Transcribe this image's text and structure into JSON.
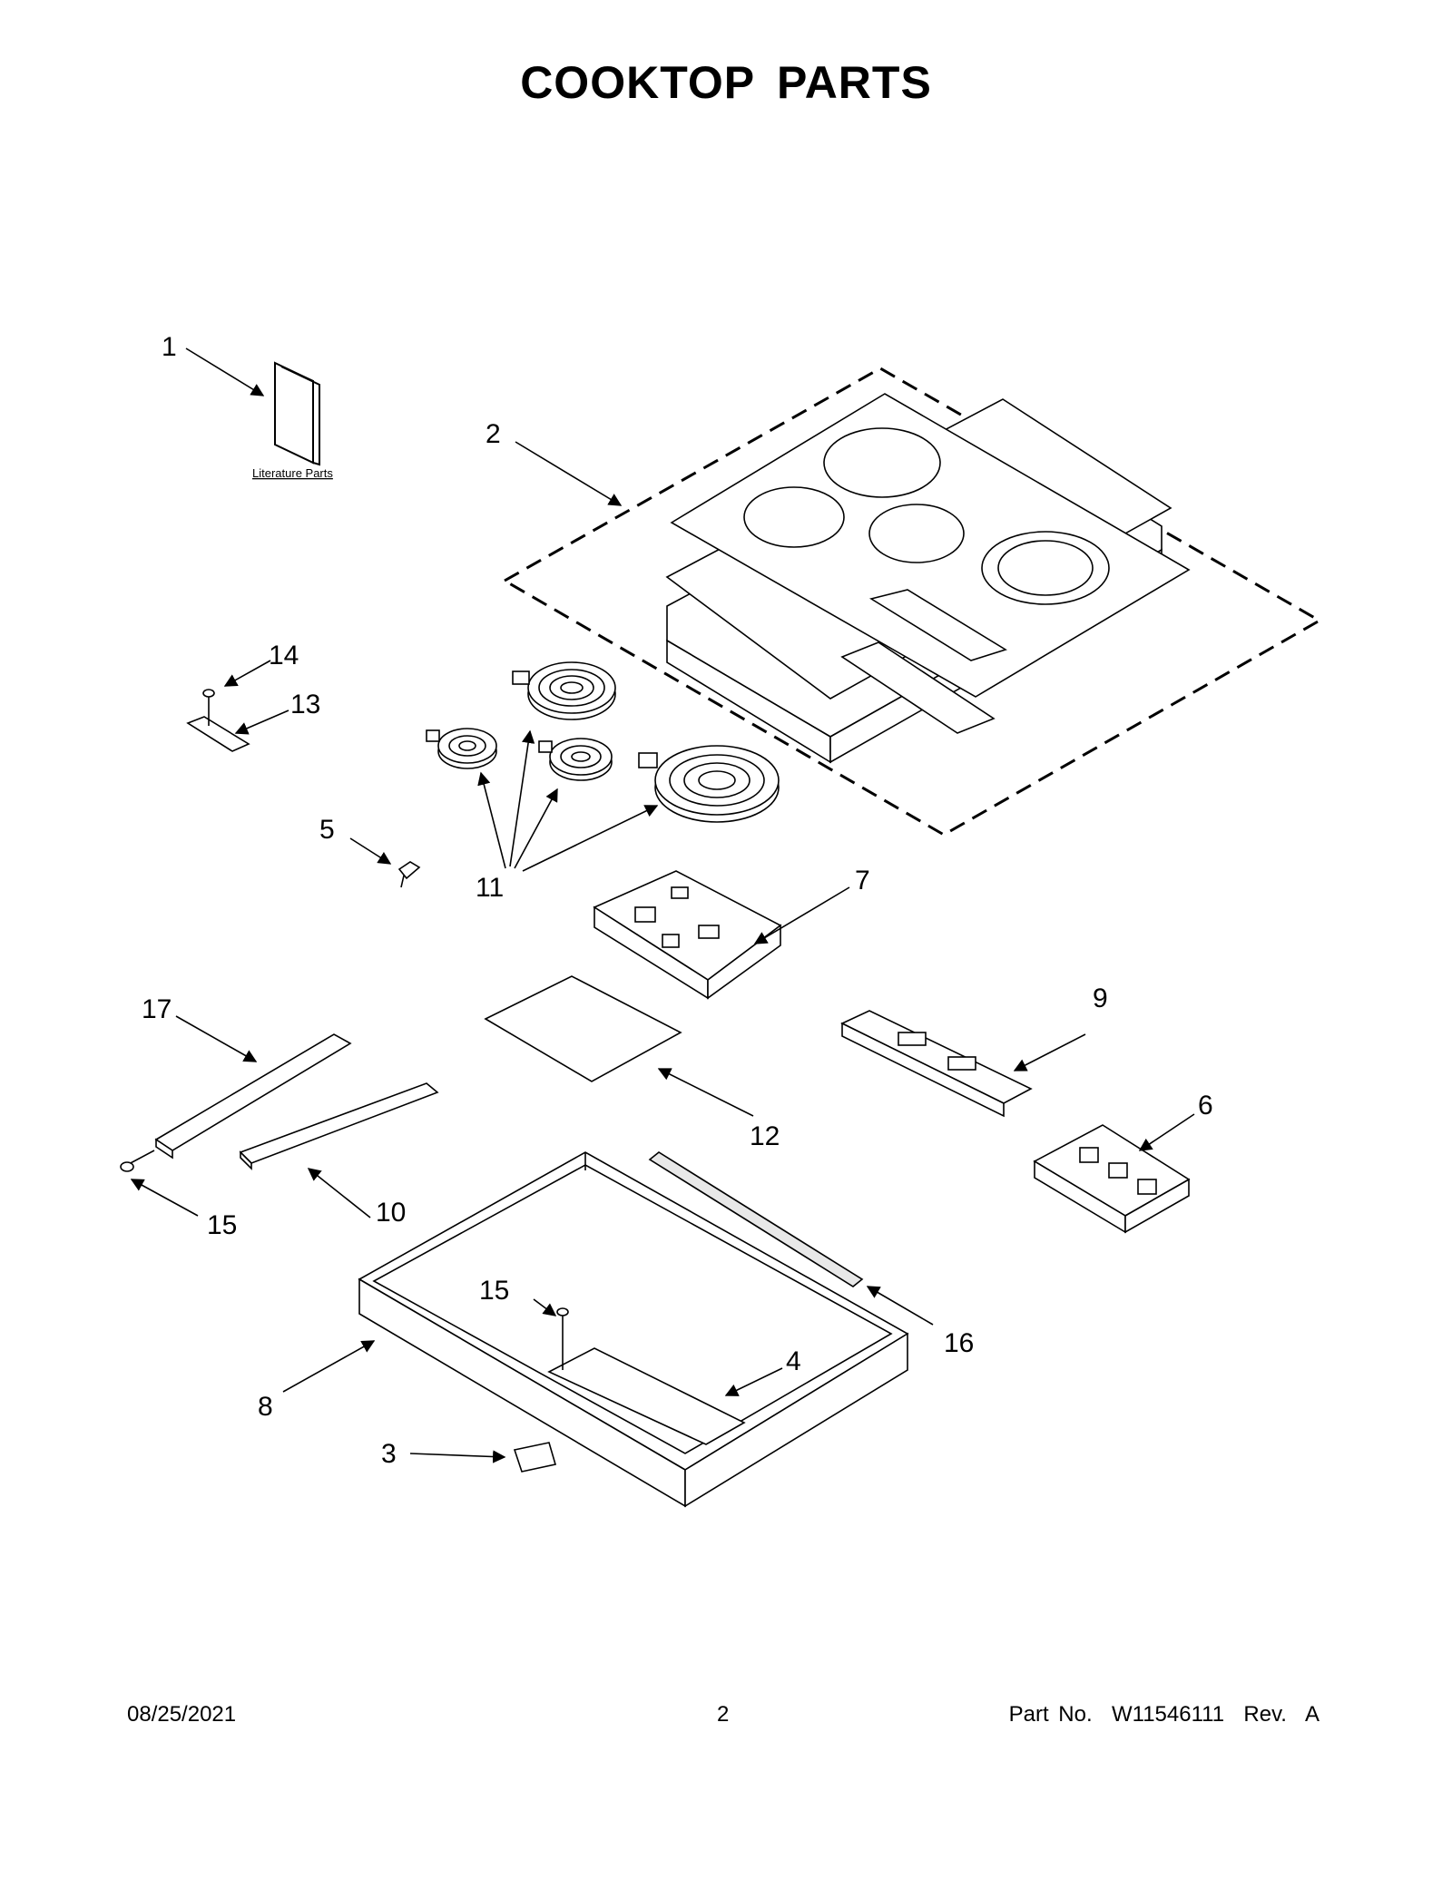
{
  "title": "COOKTOP PARTS",
  "literature_label": "Literature Parts",
  "callouts": [
    {
      "id": "c1",
      "label": "1"
    },
    {
      "id": "c2",
      "label": "2"
    },
    {
      "id": "c3",
      "label": "3"
    },
    {
      "id": "c4",
      "label": "4"
    },
    {
      "id": "c5",
      "label": "5"
    },
    {
      "id": "c6",
      "label": "6"
    },
    {
      "id": "c7",
      "label": "7"
    },
    {
      "id": "c8",
      "label": "8"
    },
    {
      "id": "c9",
      "label": "9"
    },
    {
      "id": "c10",
      "label": "10"
    },
    {
      "id": "c11",
      "label": "11"
    },
    {
      "id": "c12",
      "label": "12"
    },
    {
      "id": "c13",
      "label": "13"
    },
    {
      "id": "c14",
      "label": "14"
    },
    {
      "id": "c15a",
      "label": "15"
    },
    {
      "id": "c15b",
      "label": "15"
    },
    {
      "id": "c16",
      "label": "16"
    },
    {
      "id": "c17",
      "label": "17"
    }
  ],
  "footer": {
    "date": "08/25/2021",
    "page": "2",
    "part_no": "Part No.  W11546111  Rev.  A"
  }
}
